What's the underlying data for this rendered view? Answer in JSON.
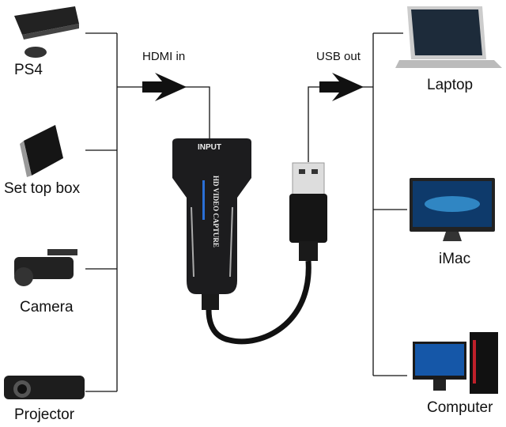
{
  "inputs": [
    {
      "label": "PS4"
    },
    {
      "label": "Set top box"
    },
    {
      "label": "Camera"
    },
    {
      "label": "Projector"
    }
  ],
  "outputs": [
    {
      "label": "Laptop"
    },
    {
      "label": "iMac"
    },
    {
      "label": "Computer"
    }
  ],
  "hdmi_label": "HDMI in",
  "usb_label": "USB out",
  "device": {
    "port_label": "INPUT",
    "brand_text": "HD VIDEO CAPTURE"
  },
  "colors": {
    "line": "#111111",
    "device": "#1c1c1e",
    "accent": "#2a6fd6"
  }
}
